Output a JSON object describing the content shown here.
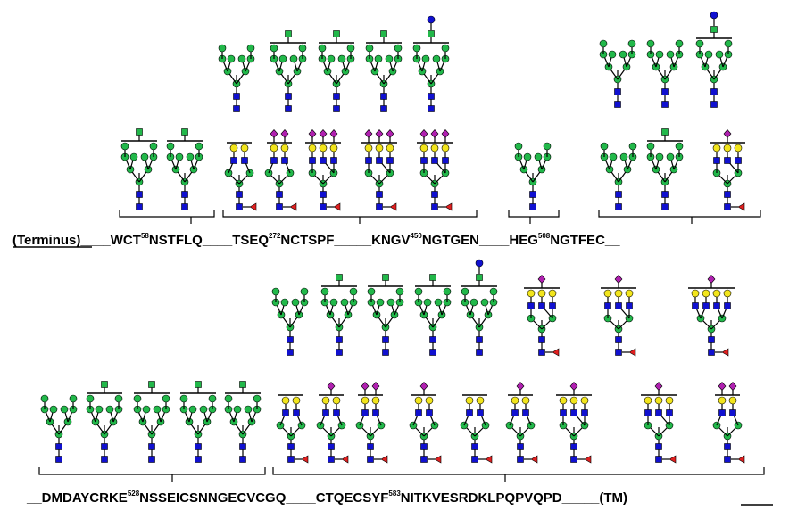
{
  "colors": {
    "glcnac": "#1010d0",
    "mannose": "#22b84a",
    "galactose": "#f2e51c",
    "sialic_acid": "#b020b0",
    "fucose": "#e02020",
    "line": "#000000"
  },
  "row1": {
    "terminus": "(Terminus)",
    "s1": "____WCT",
    "sup1": "58",
    "s2": "NSTFLQ____TSEQ",
    "sup2": "272",
    "s3": "NCTSPF_____KNGV",
    "sup3": "450",
    "s4": "NGTGEN____HEG",
    "sup4": "508",
    "s5": "NGTFEC__"
  },
  "row2": {
    "s1": "__DMDAYCRKE",
    "sup1": "528",
    "s2": "NSSEICSNNGECVCGQ____CTQECSYF",
    "sup2": "583",
    "s3": "NITKVESRDKLPQPVQPD_____",
    "tm": "(TM)"
  }
}
